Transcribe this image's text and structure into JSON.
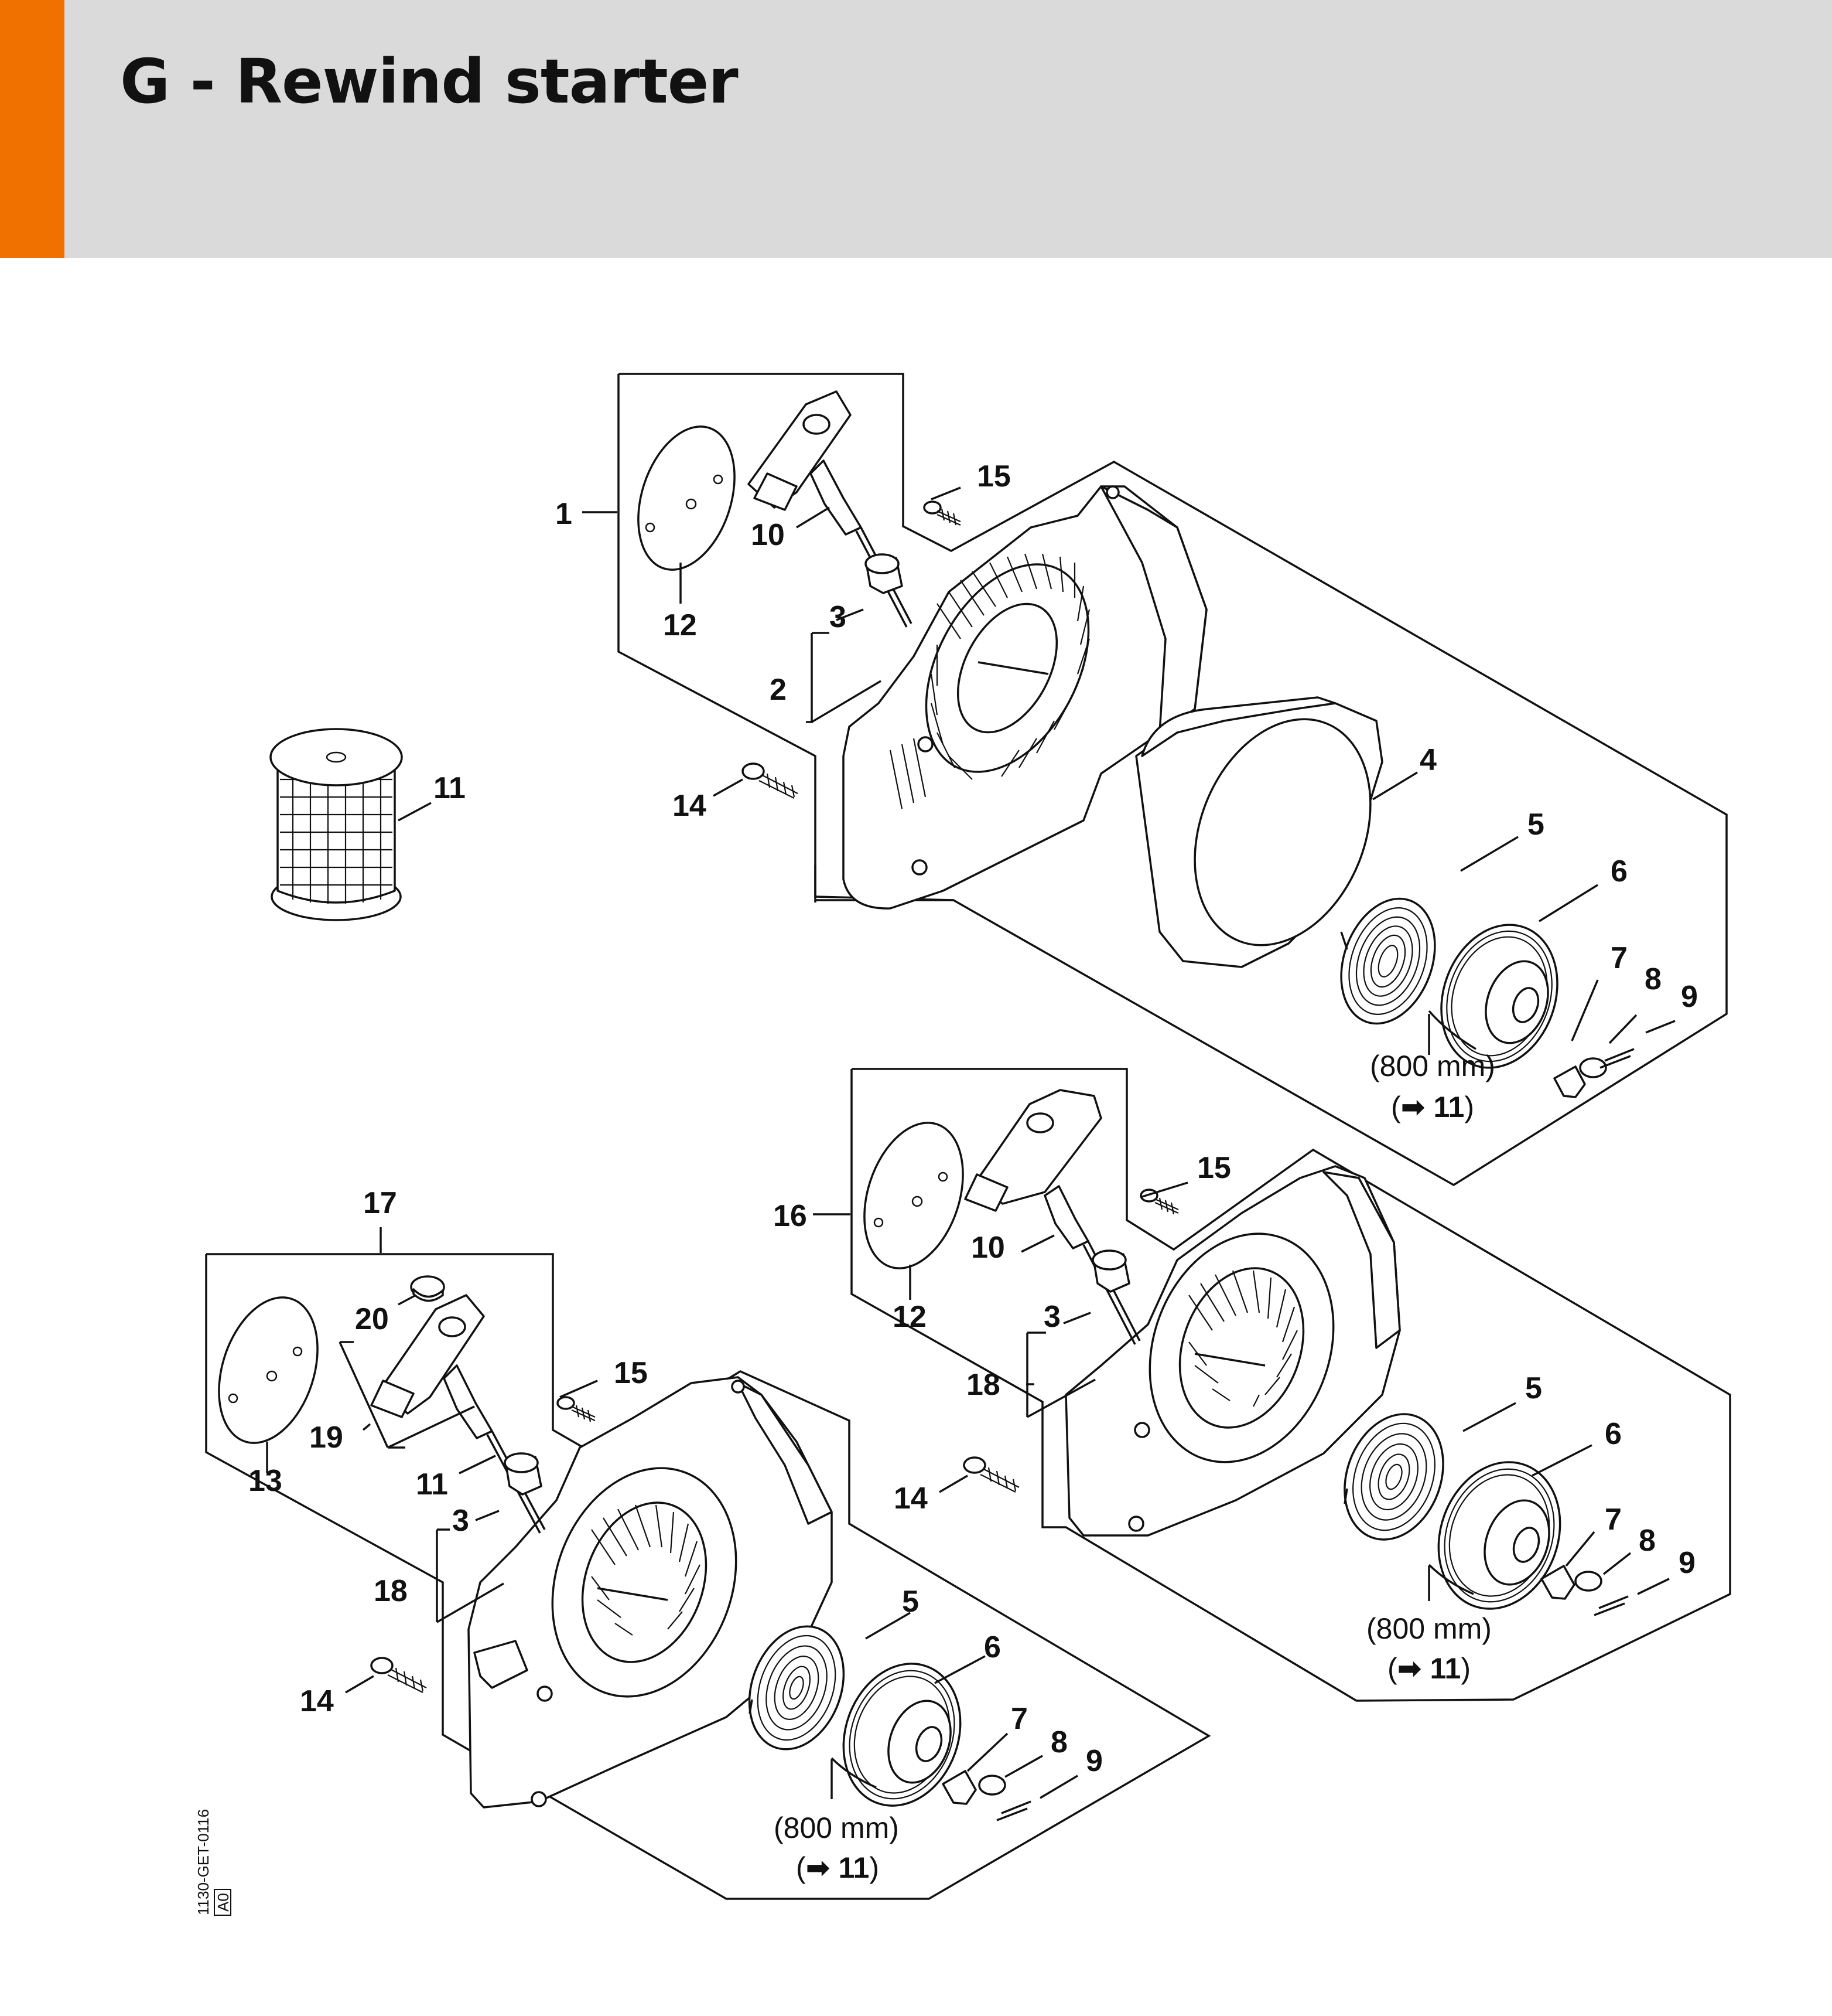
{
  "header": {
    "title": "G - Rewind starter",
    "accent_color": "#f07100",
    "background_color": "#d9dad9"
  },
  "diagram": {
    "drawing_code": "1130-GET-0116",
    "revision": "A0",
    "assemblies": [
      {
        "name": "top",
        "labels": {
          "l1": "1",
          "l10": "10",
          "l15": "15",
          "l12": "12",
          "l3": "3",
          "l2": "2",
          "l14": "14",
          "l4": "4",
          "l5": "5",
          "l6": "6",
          "l7": "7",
          "l8": "8",
          "l9": "9"
        },
        "rope_length": "(800 mm)",
        "rope_ref": "11"
      },
      {
        "name": "spool",
        "labels": {
          "l11": "11"
        }
      },
      {
        "name": "middle-right",
        "labels": {
          "l16": "16",
          "l15": "15",
          "l10": "10",
          "l12": "12",
          "l3": "3",
          "l18": "18",
          "l14": "14",
          "l5": "5",
          "l6": "6",
          "l7": "7",
          "l8": "8",
          "l9": "9"
        },
        "rope_length": "(800 mm)",
        "rope_ref": "11"
      },
      {
        "name": "bottom-left",
        "labels": {
          "l17": "17",
          "l20": "20",
          "l19": "19",
          "l13": "13",
          "l15": "15",
          "l11": "11",
          "l3": "3",
          "l18": "18",
          "l14": "14",
          "l5": "5",
          "l6": "6",
          "l7": "7",
          "l8": "8",
          "l9": "9"
        },
        "rope_length": "(800 mm)",
        "rope_ref": "11"
      }
    ]
  }
}
